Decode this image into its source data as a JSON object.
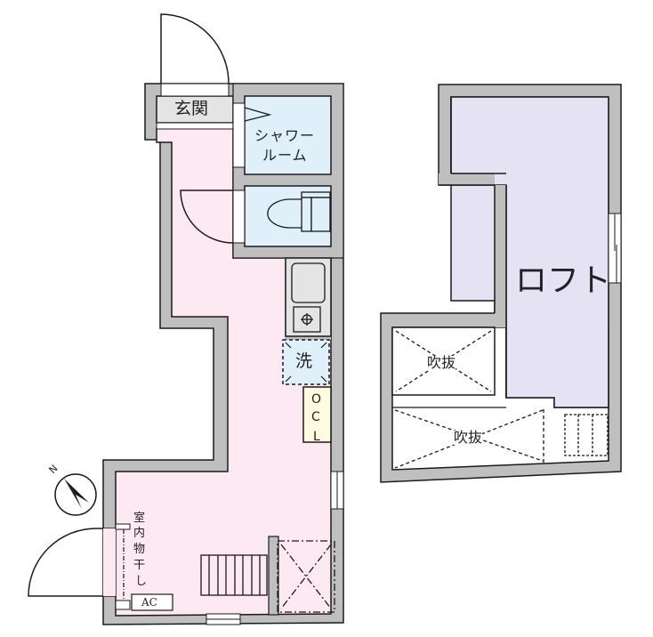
{
  "floorplan": {
    "colors": {
      "wall": "#bfbfbf",
      "outline": "#1a1a1a",
      "main_room": "#fce9f1",
      "wet_area": "#dff0fa",
      "entrance": "#e4e4e4",
      "kitchen": "#e4e4e4",
      "closet": "#fffbe0",
      "loft": "#e5e3f3"
    },
    "ground_floor": {
      "entrance_label": "玄関",
      "shower_label_line1": "シャワー",
      "shower_label_line2": "ルーム",
      "washer_label": "洗",
      "closet_label_1": "O",
      "closet_label_2": "C",
      "closet_label_3": "L",
      "drying_label_1": "室",
      "drying_label_2": "内",
      "drying_label_3": "物",
      "drying_label_4": "干",
      "drying_label_5": "し",
      "ac_label": "AC",
      "compass_label": "N"
    },
    "loft_floor": {
      "loft_label": "ロフト",
      "void_label_1": "吹抜",
      "void_label_2": "吹抜"
    }
  }
}
